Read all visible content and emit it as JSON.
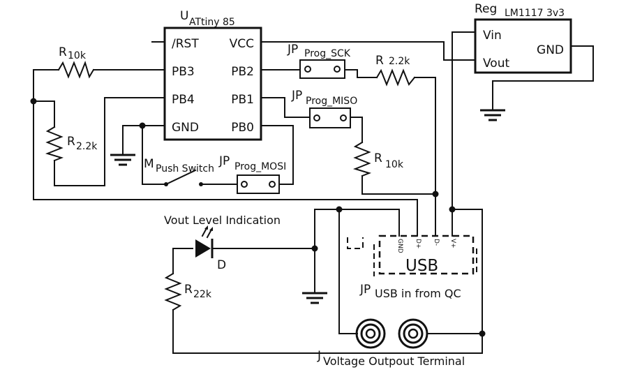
{
  "ic": {
    "ref": "U",
    "ref_sub": "ATtiny 85",
    "pins_left": [
      "/RST",
      "PB3",
      "PB4",
      "GND"
    ],
    "pins_right": [
      "VCC",
      "PB2",
      "PB1",
      "PB0"
    ]
  },
  "regulator": {
    "ref": "Reg",
    "ref_sub": "LM1117 3v3",
    "pin_vin": "Vin",
    "pin_vout": "Vout",
    "pin_gnd": "GND"
  },
  "resistors": {
    "r_pb3": {
      "ref": "R",
      "sub": "10k"
    },
    "r_pb4": {
      "ref": "R",
      "sub": "2.2k"
    },
    "r_sck": {
      "ref": "R",
      "sub": "2.2k"
    },
    "r_miso": {
      "ref": "R",
      "sub": "10k"
    },
    "r_led": {
      "ref": "R",
      "sub": "22k"
    }
  },
  "jumpers": {
    "sck": {
      "ref": "JP",
      "sub": "Prog_SCK"
    },
    "miso": {
      "ref": "JP",
      "sub": "Prog_MISO"
    },
    "mosi": {
      "ref": "JP",
      "sub": "Prog_MOSI"
    },
    "usb": {
      "ref": "JP",
      "sub": "USB in from QC"
    }
  },
  "switch": {
    "ref": "M",
    "sub": "Push Switch"
  },
  "led": {
    "ref": "D",
    "caption": "Vout Level Indication"
  },
  "usb": {
    "label": "USB",
    "pins": [
      "GND",
      "D+",
      "D-",
      "V+"
    ]
  },
  "terminal": {
    "ref": "J",
    "sub": "Voltage Outpout Terminal"
  }
}
